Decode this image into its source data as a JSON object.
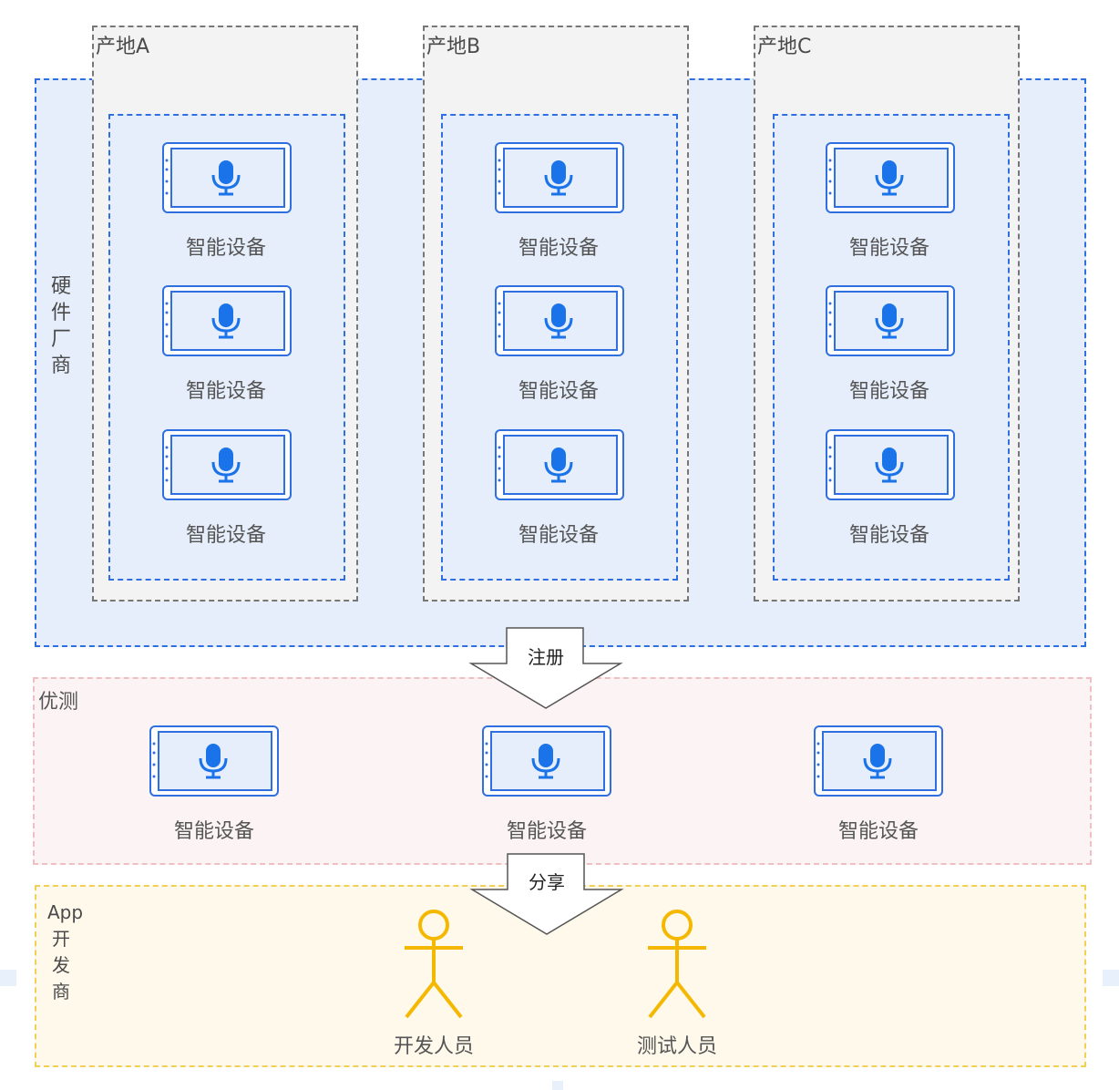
{
  "regions": {
    "manufacturer": "硬件厂商",
    "testing": "优测",
    "app_developer": "App开发商"
  },
  "origins": [
    {
      "name": "产地A",
      "devices": [
        "智能设备",
        "智能设备",
        "智能设备"
      ]
    },
    {
      "name": "产地B",
      "devices": [
        "智能设备",
        "智能设备",
        "智能设备"
      ]
    },
    {
      "name": "产地C",
      "devices": [
        "智能设备",
        "智能设备",
        "智能设备"
      ]
    }
  ],
  "testing_devices": [
    "智能设备",
    "智能设备",
    "智能设备"
  ],
  "arrows": {
    "register": "注册",
    "share": "分享"
  },
  "actors": [
    "开发人员",
    "测试人员"
  ],
  "colors": {
    "blue_border": "#2f6fe0",
    "blue_fill": "#e6eefb",
    "pink_border": "#f0bfc1",
    "yellow_border": "#f2cf55",
    "actor_yellow": "#f5b800"
  }
}
